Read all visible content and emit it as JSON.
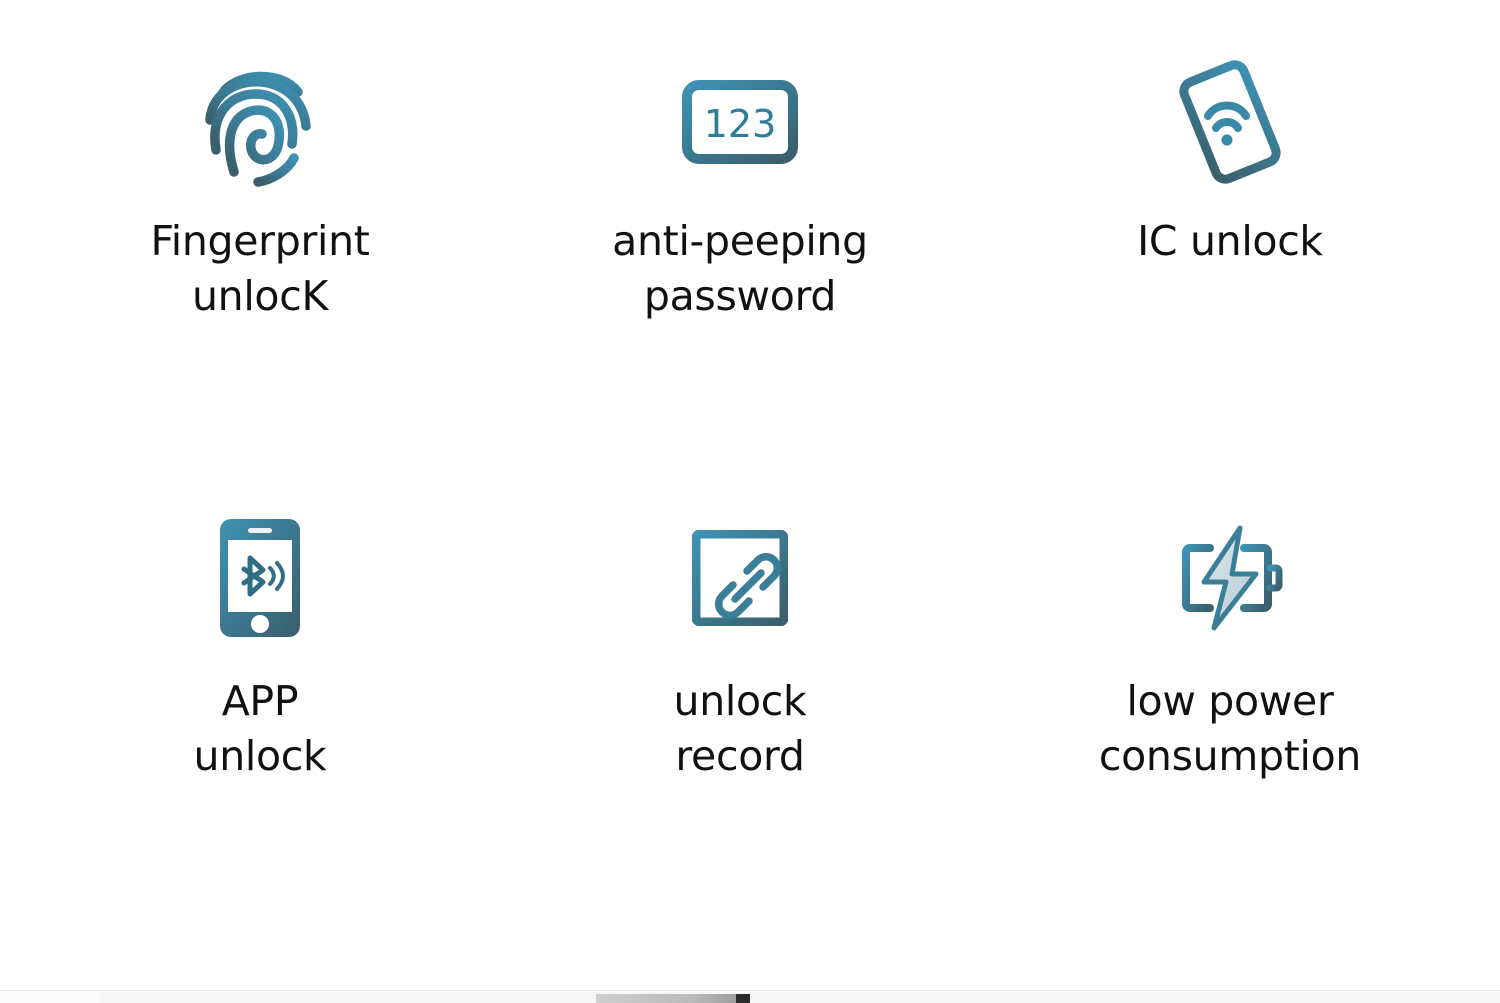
{
  "page": {
    "background_color": "#ffffff",
    "layout": "2-row x 3-column feature icon grid",
    "text_color": "#111111"
  },
  "palette": {
    "icon_gradient_light": "#3E92B4",
    "icon_gradient_mid": "#3B7E99",
    "icon_gradient_dark": "#3A5E6B",
    "icon_accent_pale": "#C3D8DF",
    "divider": "#e8e8e8",
    "bottom_strip": "#f7f7f7",
    "bottom_bar_dark": "#2b2b2b"
  },
  "features": [
    {
      "id": "fingerprint-unlock",
      "icon": "fingerprint-icon",
      "label": "Fingerprint\nunlocK",
      "row": 1,
      "column": 1
    },
    {
      "id": "anti-peeping-password",
      "icon": "numeric-keypad-123-icon",
      "icon_text": "123",
      "label": "anti-peeping\npassword",
      "row": 1,
      "column": 2
    },
    {
      "id": "ic-unlock",
      "icon": "nfc-card-icon",
      "label": "IC unlock",
      "row": 1,
      "column": 3
    },
    {
      "id": "app-unlock",
      "icon": "smartphone-bluetooth-icon",
      "label": "APP\nunlock",
      "row": 2,
      "column": 1
    },
    {
      "id": "unlock-record",
      "icon": "chain-link-square-icon",
      "label": "unlock\nrecord",
      "row": 2,
      "column": 2
    },
    {
      "id": "low-power-consumption",
      "icon": "battery-lightning-icon",
      "label": "low power\nconsumption",
      "row": 2,
      "column": 3
    }
  ]
}
